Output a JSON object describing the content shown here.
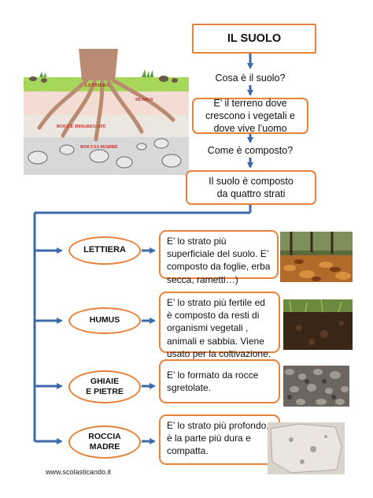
{
  "title": "IL SUOLO",
  "question_1": "Cosa è il suolo?",
  "answer_1": "E’ il terreno dove crescono i vegetali e dove vive l’uomo",
  "question_2": "Come è composto?",
  "answer_2": "Il suolo è composto da quattro strati",
  "illustration": {
    "labels": {
      "lettiera": "LETTIERA",
      "humus": "HUMUS",
      "rocce": "ROCCE DISGREGATE",
      "roccia": "ROCCIA MADRE"
    }
  },
  "layers": [
    {
      "name": "LETTIERA",
      "description": "E’ lo strato più superficiale del suolo. E’ composto da foglie, erba secca, rametti…)"
    },
    {
      "name": "HUMUS",
      "description": "E’ lo strato più fertile ed è composto da resti di organismi vegetali , animali e sabbia. Viene usato per la coltivazione."
    },
    {
      "name_line1": "GHIAIE",
      "name_line2": "E PIETRE",
      "description": "E’ lo formato da rocce sgretolate."
    },
    {
      "name_line1": "ROCCIA",
      "name_line2": "MADRE",
      "description": "E’ lo strato più profondo, è la parte più dura e compatta."
    }
  ],
  "footer": "www.scolasticando.it",
  "colors": {
    "box_border": "#e8823a",
    "connector": "#3c6aa8"
  }
}
